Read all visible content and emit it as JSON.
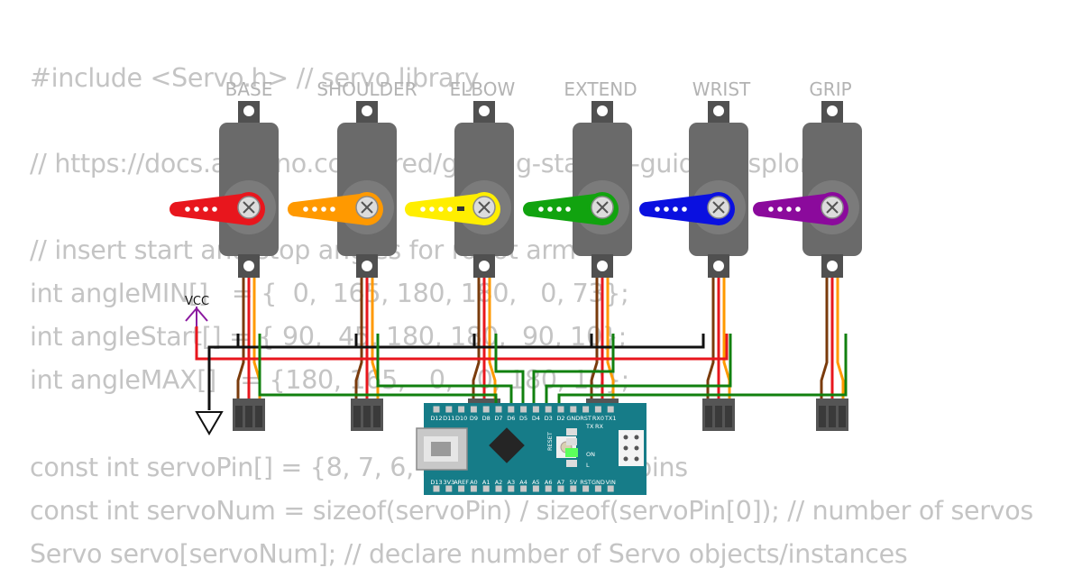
{
  "code_lines": [
    "#include <Servo.h> // servo library",
    "// https://docs.arduino.cc/retired/getting-started-guides/Esplorio/",
    "// insert start and stop angles for robot arm",
    "int angleMIN[]   = {  0,  165, 180, 180,   0, 73};",
    "int angleStart[] = { 90,  45, 180, 180,  90, 10};",
    "int angleMAX[]   = {180, 165,   0,   0, 180, 10};",
    "const int servoPin[] = {8, 7, 6, 5, 4, 3}; // servo pins",
    "const int servoNum = sizeof(servoPin) / sizeof(servoPin[0]); // number of servos",
    "Servo servo[servoNum]; // declare number of Servo objects/instances"
  ],
  "servos": [
    {
      "label": "BASE",
      "horn_color": "#e8161d"
    },
    {
      "label": "SHOULDER",
      "horn_color": "#ff9900"
    },
    {
      "label": "ELBOW",
      "horn_color": "#ffee00"
    },
    {
      "label": "EXTEND",
      "horn_color": "#11a30f"
    },
    {
      "label": "WRIST",
      "horn_color": "#0a10e0"
    },
    {
      "label": "GRIP",
      "horn_color": "#8b0a9c"
    }
  ],
  "power": {
    "label": "VCC"
  },
  "board": {
    "top_pins": [
      "D12",
      "D11",
      "D10",
      "D9",
      "D8",
      "D7",
      "D6",
      "D5",
      "D4",
      "D3",
      "D2",
      "GND",
      "RST",
      "RX0",
      "TX1"
    ],
    "bottom_pins": [
      "D13",
      "3V3",
      "AREF",
      "A0",
      "A1",
      "A2",
      "A3",
      "A4",
      "A5",
      "A6",
      "A7",
      "5V",
      "RST",
      "GND",
      "VIN"
    ],
    "reset_label": "RESET",
    "led_labels": [
      "TX",
      "RX",
      "ON",
      "L"
    ],
    "color": "#167c88"
  },
  "wire_colors": {
    "power": "#e8161d",
    "ground": "#111111",
    "signal": "#11800f"
  }
}
